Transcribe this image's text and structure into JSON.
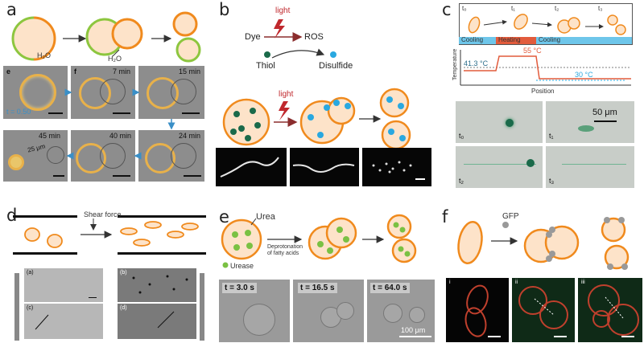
{
  "panels": {
    "a": {
      "label": "a",
      "water1": "H₂O",
      "water2": "H₂O",
      "micro_e": {
        "label": "e",
        "note": "t = 0.50"
      },
      "micro_f": {
        "label": "f",
        "time": "7 min"
      },
      "time_15": "15 min",
      "time_24": "24 min",
      "time_40": "40 min",
      "time_45": "45 min",
      "distance": "25 μm"
    },
    "b": {
      "label": "b",
      "light1": "light",
      "light2": "light",
      "dye": "Dye",
      "ros": "ROS",
      "thiol": "Thiol",
      "disulfide": "Disulfide"
    },
    "c": {
      "label": "c",
      "t0": "t₀",
      "t1": "t₁",
      "t2": "t₂",
      "t3": "t₃",
      "cooling1": "Cooling",
      "heating": "Heating",
      "cooling2": "Cooling",
      "temp_high": "55 °C",
      "temp_mid": "41.3 °C",
      "temp_low": "30 °C",
      "ylabel": "Temperature",
      "xlabel": "Position",
      "scalebar": "50 μm",
      "img_t0": "t₀",
      "img_t1": "t₁",
      "img_t2": "t₂",
      "img_t3": "t₃"
    },
    "d": {
      "label": "d",
      "shear": "Shear force",
      "sub_a": "(a)",
      "sub_b": "(b)",
      "sub_c": "(c)",
      "sub_d": "(d)"
    },
    "e": {
      "label": "e",
      "urea": "Urea",
      "urease": "Urease",
      "deprot1": "Deprotonation",
      "deprot2": "of fatty acids",
      "t1": "t = 3.0 s",
      "t2": "t = 16.5 s",
      "t3": "t = 64.0 s",
      "scalebar": "100 μm"
    },
    "f": {
      "label": "f",
      "gfp": "GFP",
      "i": "i",
      "ii": "ii",
      "iii": "iii"
    }
  },
  "colors": {
    "vesicle_fill": "#fde3c9",
    "vesicle_edge": "#f08a1d",
    "green_edge": "#8dc63f",
    "dye_blue": "#29a8e0",
    "dark_green": "#1a6a4a",
    "urease_green": "#7ac143",
    "heat_red": "#e25b3c",
    "cool_blue": "#6ec6ea",
    "arrow": "#333333"
  }
}
